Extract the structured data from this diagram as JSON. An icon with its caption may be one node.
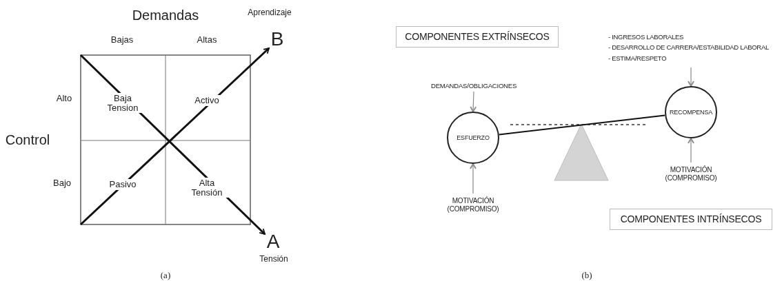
{
  "diagram": {
    "nodes": [
      {
        "text": [
          "B"
        ],
        "beside": [
          "Aprendizaje"
        ]
      },
      {
        "text": [
          "A"
        ],
        "beside": [
          "Tensión"
        ]
      },
      {
        "text": [
          "COMPONENTES EXTRÍNSECOS"
        ]
      },
      {
        "text": [
          "- INGRESOS LABORALES",
          "- DESARROLLO DE CARRERA/ESTABILIDAD LABORAL",
          "- ESTIMA/RESPETO"
        ]
      },
      {
        "text": [
          "DEMANDAS/OBLIGACIONES"
        ]
      },
      {
        "text": [
          "ESFUERZO"
        ]
      },
      {
        "text": [
          "RECOMPENSA"
        ]
      },
      {
        "text": [
          "MOTIVACIÓN (COMPROMISO)"
        ]
      },
      {
        "text": [
          "MOTIVACIÓN (COMPROMISO)"
        ]
      },
      {
        "text": [
          "COMPONENTES INTRÍNSECOS"
        ]
      }
    ],
    "edges": [
      {
        "from": null,
        "to": 0,
        "arrow": "to",
        "style": "thick",
        "color": "#111111"
      },
      {
        "from": null,
        "to": 1,
        "arrow": "to",
        "style": "thick",
        "color": "#111111"
      },
      {
        "from": 3,
        "to": 6,
        "arrow": "to"
      },
      {
        "from": 4,
        "to": 5,
        "arrow": "to"
      },
      {
        "from": 7,
        "to": 5,
        "arrow": "to"
      },
      {
        "from": 8,
        "to": 6,
        "arrow": "to"
      },
      {
        "from": 5,
        "to": 6,
        "arrow": "none",
        "color": "#111111"
      }
    ],
    "labels": [
      "Demandas",
      "Bajas",
      "Altas",
      "Alto",
      "Baja Tension",
      "Activo",
      "Control",
      "Bajo",
      "Pasivo",
      "Alta Tensión",
      "(a)",
      "(b)"
    ]
  }
}
